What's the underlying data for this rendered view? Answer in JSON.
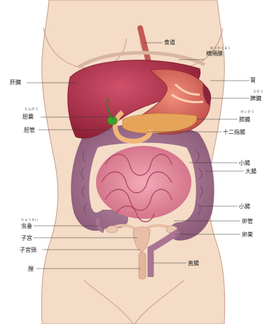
{
  "labels": {
    "esophagus": "食道",
    "diaphragm": "横隔膜",
    "liver": "肝臓",
    "stomach": "胃",
    "spleen": "脾臓",
    "gallbladder": "胆嚢",
    "pancreas": "膵臓",
    "bile_duct": "胆管",
    "duodenum": "十二指腸",
    "small_intestine": "小腸",
    "large_intestine": "大腸",
    "rectum_upper": "小腸",
    "fallopian_tube": "卵管",
    "appendix": "虫垂",
    "ovary": "卵巣",
    "uterus": "子宮",
    "cervix": "子宮頸",
    "vagina": "膣",
    "rectum": "直腸"
  },
  "ruby": {
    "diaphragm": "おうかくまく",
    "spleen": "ひぞう",
    "gallbladder": "たんのう",
    "pancreas": "すいぞう",
    "appendix": "ちゅうすい"
  },
  "colors": {
    "skin": "#f4dcc7",
    "skin_outline": "#c79a86",
    "liver": "#b8344a",
    "stomach": "#e06a5a",
    "pancreas": "#e6a45a",
    "small_intestine": "#e58a9e",
    "large_intestine": "#a97592",
    "gallbladder": "#3fa02e",
    "uterus": "#e8bfa6"
  }
}
